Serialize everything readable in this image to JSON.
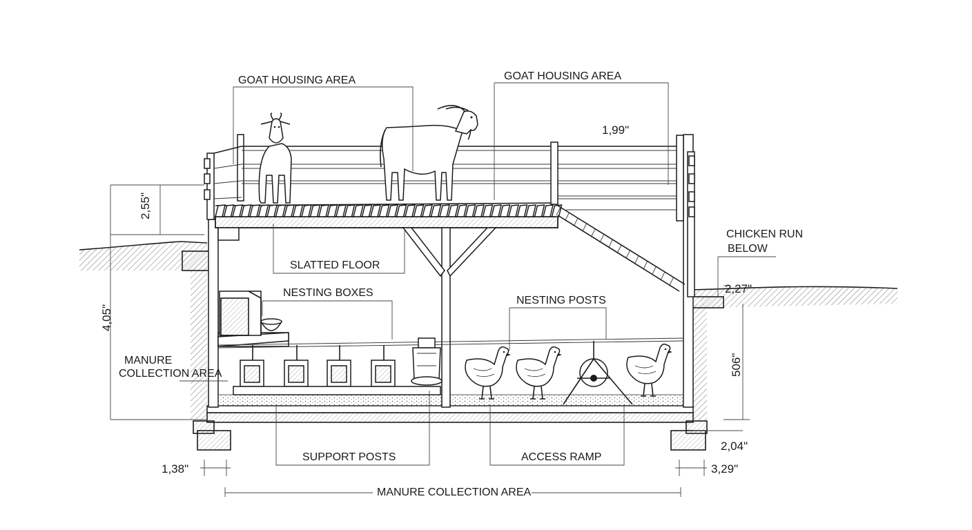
{
  "labels": {
    "goat_left": "GOAT HOUSING AREA",
    "goat_right": "GOAT HOUSING AREA",
    "slatted_floor": "SLATTED FLOOR",
    "nesting_boxes": "NESTING BOXES",
    "nesting_posts": "NESTING POSTS",
    "chicken_run_1": "CHICKEN RUN",
    "chicken_run_2": "BELOW",
    "manure_left_1": "MANURE",
    "manure_left_2": "COLLECTION AREA",
    "support_posts": "SUPPORT POSTS",
    "access_ramp": "ACCESS RAMP",
    "manure_bottom": "MANURE COLLECTION AREA"
  },
  "dimensions": {
    "d_199": "1,99\"",
    "d_255": "2,55\"",
    "d_405": "4,05\"",
    "d_506": "506\"",
    "d_227": "2,27\"",
    "d_204": "2,04\"",
    "d_138": "1,38\"",
    "d_329": "3,29\""
  },
  "icons": [
    "goat-icon",
    "chicken-icon",
    "feeder-icon",
    "waterer-icon",
    "bowl-icon"
  ]
}
